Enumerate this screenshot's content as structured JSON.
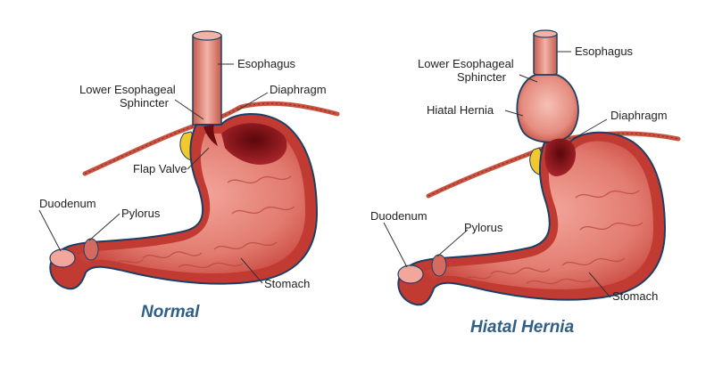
{
  "colors": {
    "stomach_wall": "#c23b33",
    "stomach_inner": "#e88a83",
    "stomach_dark": "#6e0c10",
    "esophagus": "#e79b8d",
    "diaphragm": "#c8523f",
    "fat": "#f2c82e",
    "outline": "#1d3f63",
    "caption": "#2f5f86"
  },
  "normal": {
    "caption": "Normal",
    "labels": {
      "esophagus": "Esophagus",
      "les_line1": "Lower Esophageal",
      "les_line2": "Sphincter",
      "diaphragm": "Diaphragm",
      "flap_valve": "Flap Valve",
      "duodenum": "Duodenum",
      "pylorus": "Pylorus",
      "stomach": "Stomach"
    }
  },
  "hernia": {
    "caption": "Hiatal Hernia",
    "labels": {
      "esophagus": "Esophagus",
      "les_line1": "Lower Esophageal",
      "les_line2": "Sphincter",
      "hiatal_hernia": "Hiatal Hernia",
      "diaphragm": "Diaphragm",
      "duodenum": "Duodenum",
      "pylorus": "Pylorus",
      "stomach": "Stomach"
    }
  }
}
